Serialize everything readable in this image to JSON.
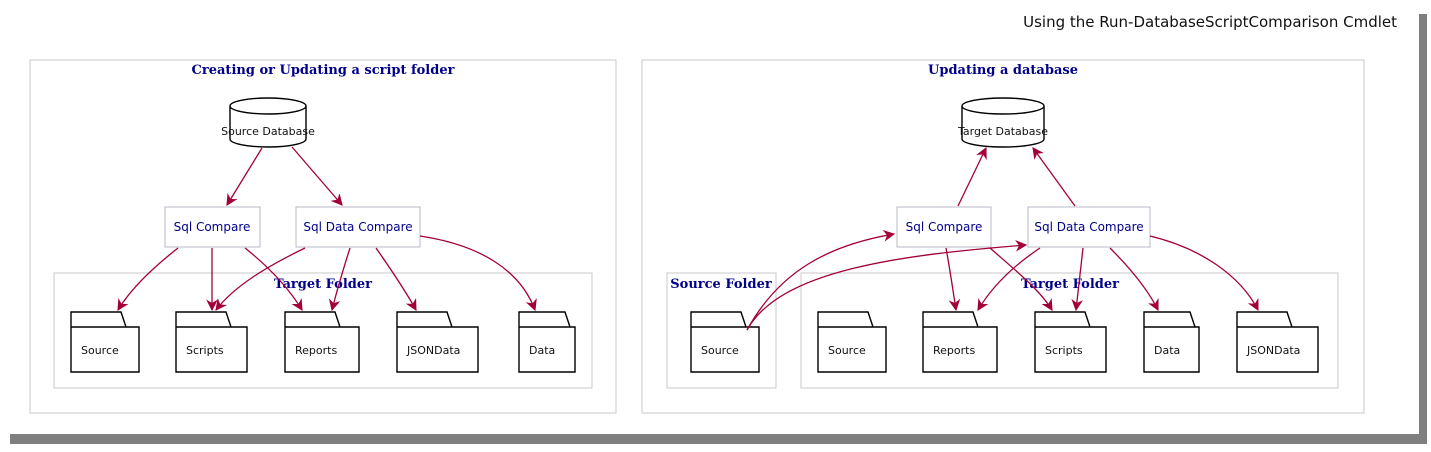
{
  "diagram_title": "Using the Run-DatabaseScriptComparison Cmdlet",
  "colors": {
    "edge": "#a3003a",
    "label_text": "#00008b",
    "cluster_border": "#c8c8c8",
    "shadow": "#7f7f7f"
  },
  "left_panel": {
    "title": "Creating or Updating a script folder",
    "database": "Source Database",
    "tools": {
      "sql_compare": "Sql Compare",
      "sql_data_compare": "Sql Data Compare"
    },
    "target_folder": {
      "title": "Target Folder",
      "folders": [
        "Source",
        "Scripts",
        "Reports",
        "JSONData",
        "Data"
      ]
    }
  },
  "right_panel": {
    "title": "Updating a database",
    "database": "Target Database",
    "tools": {
      "sql_compare": "Sql Compare",
      "sql_data_compare": "Sql Data Compare"
    },
    "source_folder": {
      "title": "Source Folder",
      "folders": [
        "Source"
      ]
    },
    "target_folder": {
      "title": "Target Folder",
      "folders": [
        "Source",
        "Reports",
        "Scripts",
        "Data",
        "JSONData"
      ]
    }
  }
}
